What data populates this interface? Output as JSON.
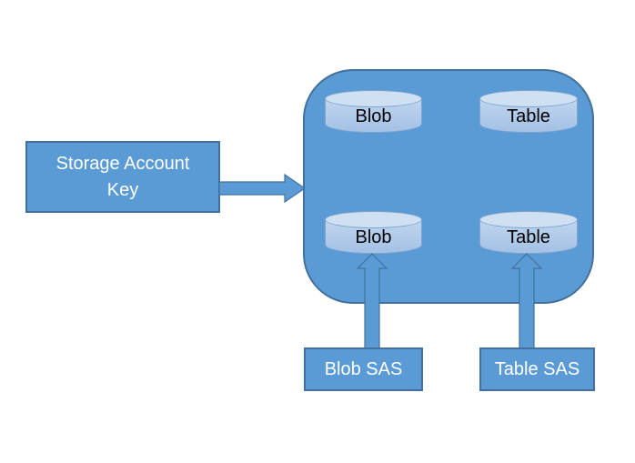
{
  "storage_key_box": {
    "label": "Storage Account Key"
  },
  "storage_account": {
    "cylinders": [
      {
        "id": "blob-top",
        "label": "Blob"
      },
      {
        "id": "table-top",
        "label": "Table"
      },
      {
        "id": "blob-bottom",
        "label": "Blob"
      },
      {
        "id": "table-bottom",
        "label": "Table"
      }
    ]
  },
  "sas_boxes": {
    "blob": {
      "label": "Blob SAS"
    },
    "table": {
      "label": "Table SAS"
    }
  },
  "icons": {
    "storage_key_arrow": "right-arrow",
    "blob_sas_arrow": "up-arrow",
    "table_sas_arrow": "up-arrow"
  },
  "colors": {
    "shape_fill": "#5b9bd5",
    "shape_border": "#41719c",
    "cylinder_fill_top": "#cfe0f3",
    "cylinder_fill_body_start": "#c1d6ef",
    "cylinder_fill_body_end": "#a6c3e6",
    "cylinder_border": "#7ea4cf",
    "label_on_blue": "#ffffff",
    "label_on_cylinder": "#000000",
    "background": "#ffffff"
  }
}
